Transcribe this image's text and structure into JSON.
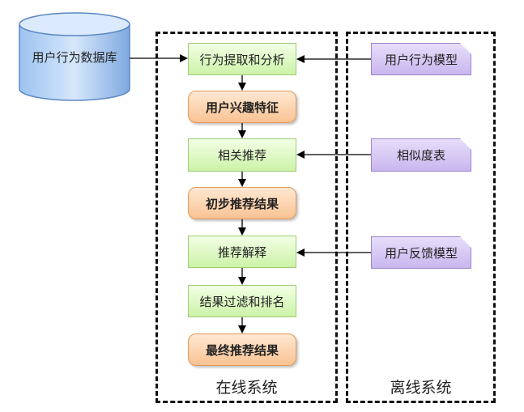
{
  "database": {
    "label": "用户行为数据库"
  },
  "online": {
    "label": "在线系统",
    "steps": [
      {
        "label": "行为提取和分析"
      },
      {
        "label": "用户兴趣特征"
      },
      {
        "label": "相关推荐"
      },
      {
        "label": "初步推荐结果"
      },
      {
        "label": "推荐解释"
      },
      {
        "label": "结果过滤和排名"
      },
      {
        "label": "最终推荐结果"
      }
    ]
  },
  "offline": {
    "label": "离线系统",
    "models": [
      {
        "label": "用户行为模型"
      },
      {
        "label": "相似度表"
      },
      {
        "label": "用户反馈模型"
      }
    ]
  },
  "colors": {
    "process_box": "#cdf2a8",
    "result_box": "#f9c393",
    "model_box": "#c9b6ee",
    "database": "#6e9fdc"
  }
}
